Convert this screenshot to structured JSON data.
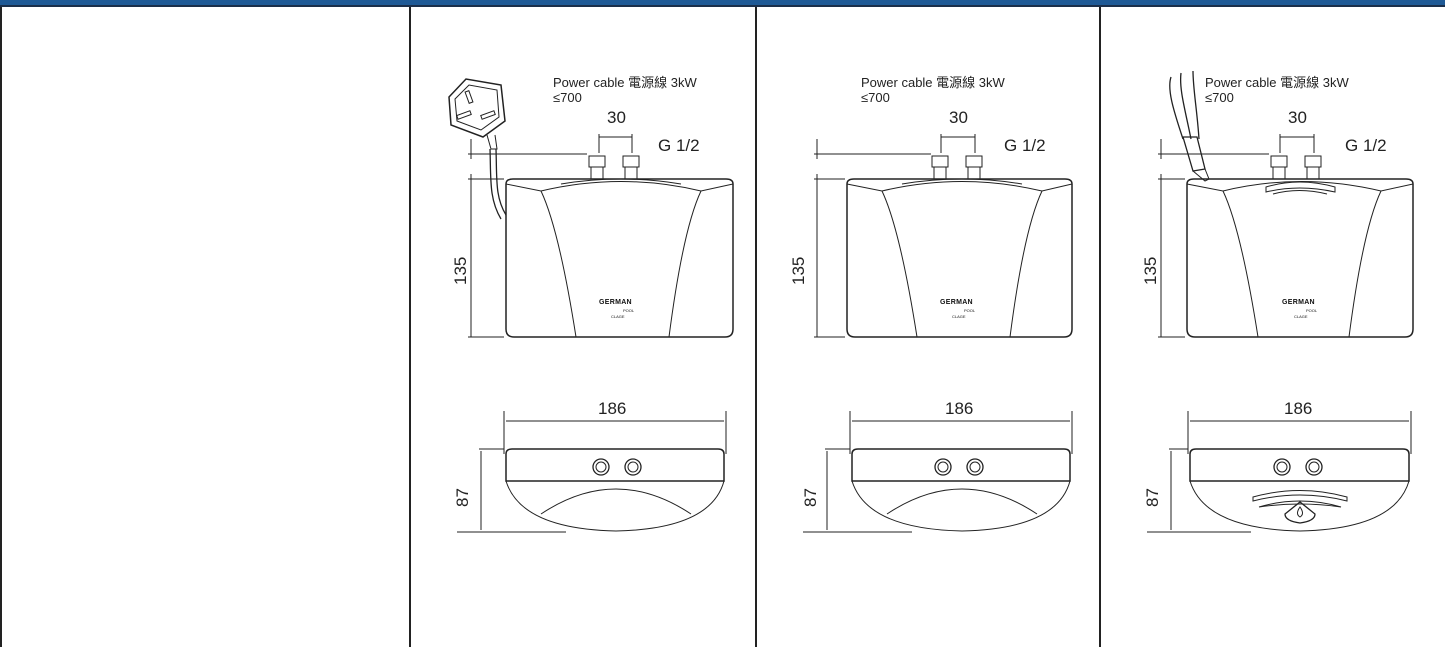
{
  "columns": [
    {
      "id": "plug",
      "power_cable_label": "Power cable 電源線 3kW",
      "cable_length": "≤700",
      "inlet_spacing": "30",
      "thread": "G 1/2",
      "height": "135",
      "width": "186",
      "depth": "87",
      "brand": "GERMAN",
      "brand_sub": "POOL",
      "brand_sub2": "CLAGE"
    },
    {
      "id": "no-plug",
      "power_cable_label": "Power cable 電源線 3kW",
      "cable_length": "≤700",
      "inlet_spacing": "30",
      "thread": "G 1/2",
      "height": "135",
      "width": "186",
      "depth": "87",
      "brand": "GERMAN",
      "brand_sub": "POOL",
      "brand_sub2": "CLAGE"
    },
    {
      "id": "wire",
      "power_cable_label": "Power cable 電源線 3kW",
      "cable_length": "≤700",
      "inlet_spacing": "30",
      "thread": "G 1/2",
      "height": "135",
      "width": "186",
      "depth": "87",
      "brand": "GERMAN",
      "brand_sub": "POOL",
      "brand_sub2": "CLAGE"
    }
  ]
}
